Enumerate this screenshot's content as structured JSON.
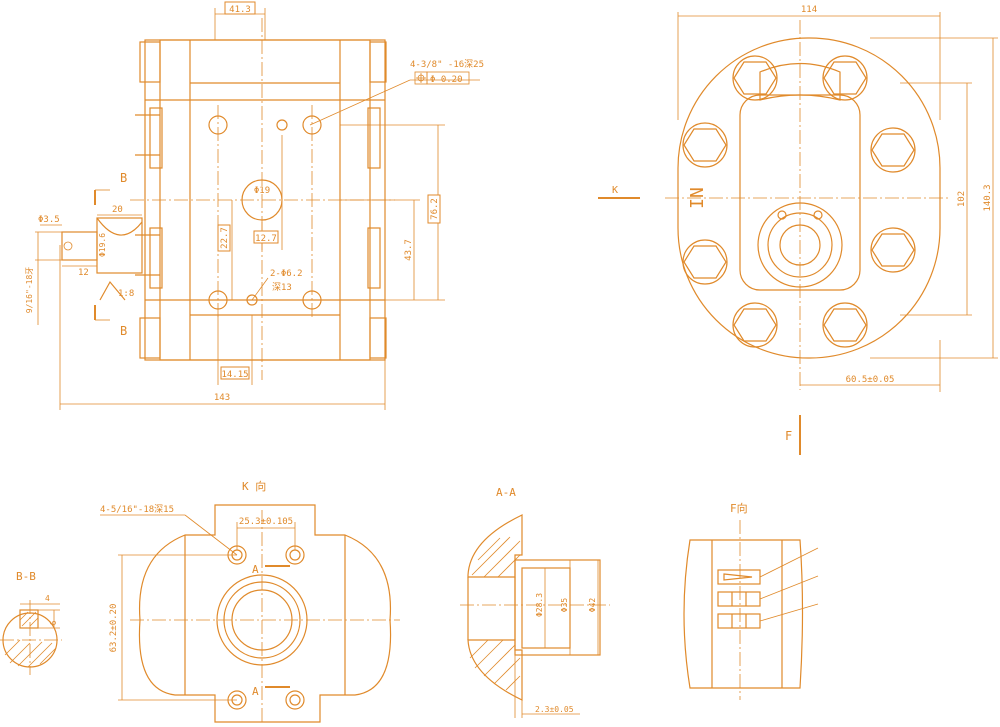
{
  "accent_color": "#E08A2B",
  "background_color": "#FFFFFF",
  "front_view": {
    "dim_top": "41.3",
    "dim_bottom": "143",
    "dim_14_15": "14.15",
    "dim_12_7": "12.7",
    "dim_22_7": "22.7",
    "dim_76_2": "76.2",
    "dim_43_7": "43.7",
    "center_hole": "Φ19",
    "port_callout": "4-3/8\" -16深25",
    "position_tolerance": "Φ 0.20",
    "pin_callout_1": "2-Φ6.2",
    "pin_callout_2": "深13",
    "section_mark": "B",
    "shaft_dia": "Φ3.5",
    "shaft_dim_20": "20",
    "shaft_dim_12": "12",
    "shaft_dia_19": "Φ19.6",
    "thread": "9/16\"-18牙",
    "taper": "1:8"
  },
  "side_view": {
    "dim_114": "114",
    "dim_102": "102",
    "dim_140_3": "140.3",
    "dim_60_5": "60.5±0.05",
    "label_k": "K",
    "label_f": "F",
    "label_in": "IN"
  },
  "view_k": {
    "title": "K 向",
    "dim_25_3": "25.3±0.105",
    "dim_63_2": "63.2±0.20",
    "port_callout": "4-5/16\"-18深15",
    "label_a": "A"
  },
  "view_bb": {
    "title": "B-B",
    "dim_4": "4",
    "dim_6": "6"
  },
  "view_aa": {
    "title": "A-A",
    "dia_28_3": "Φ28.3",
    "dia_35": "Φ35",
    "dia_42": "Φ42",
    "dim_2_3": "2.3±0.05"
  },
  "view_f": {
    "title": "F向"
  }
}
